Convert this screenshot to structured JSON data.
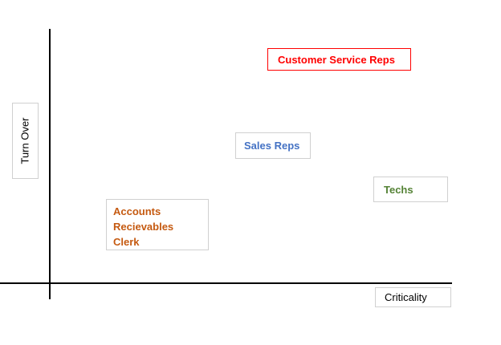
{
  "axes": {
    "y_label": "Turn Over",
    "x_label": "Criticality"
  },
  "boxes": {
    "customer_service_reps": {
      "text": "Customer Service Reps",
      "color": "#ff0000",
      "border": "#ff0000"
    },
    "sales_reps": {
      "text": "Sales Reps",
      "color": "#4472c4",
      "border": "#d0d0d0"
    },
    "techs": {
      "text": "Techs",
      "color": "#548235",
      "border": "#d0d0d0"
    },
    "accounts_recievables_clerk": {
      "text": "Accounts Recievables Clerk",
      "line1": "Accounts",
      "line2": "Recievables Clerk",
      "color": "#c55a11",
      "border": "#d0d0d0"
    }
  },
  "colors": {
    "axis": "#000000",
    "background": "#ffffff",
    "gray_border": "#d0d0d0"
  },
  "chart_data": {
    "type": "scatter",
    "title": "",
    "xlabel": "Criticality",
    "ylabel": "Turn Over",
    "xlim": [
      0,
      1
    ],
    "ylim": [
      0,
      1
    ],
    "grid": false,
    "legend": false,
    "points": [
      {
        "label": "Customer Service Reps",
        "x": 0.72,
        "y": 0.88,
        "color": "#ff0000"
      },
      {
        "label": "Sales Reps",
        "x": 0.55,
        "y": 0.54,
        "color": "#4472c4"
      },
      {
        "label": "Techs",
        "x": 0.9,
        "y": 0.37,
        "color": "#548235"
      },
      {
        "label": "Accounts Recievables Clerk",
        "x": 0.27,
        "y": 0.23,
        "color": "#c55a11"
      }
    ]
  }
}
